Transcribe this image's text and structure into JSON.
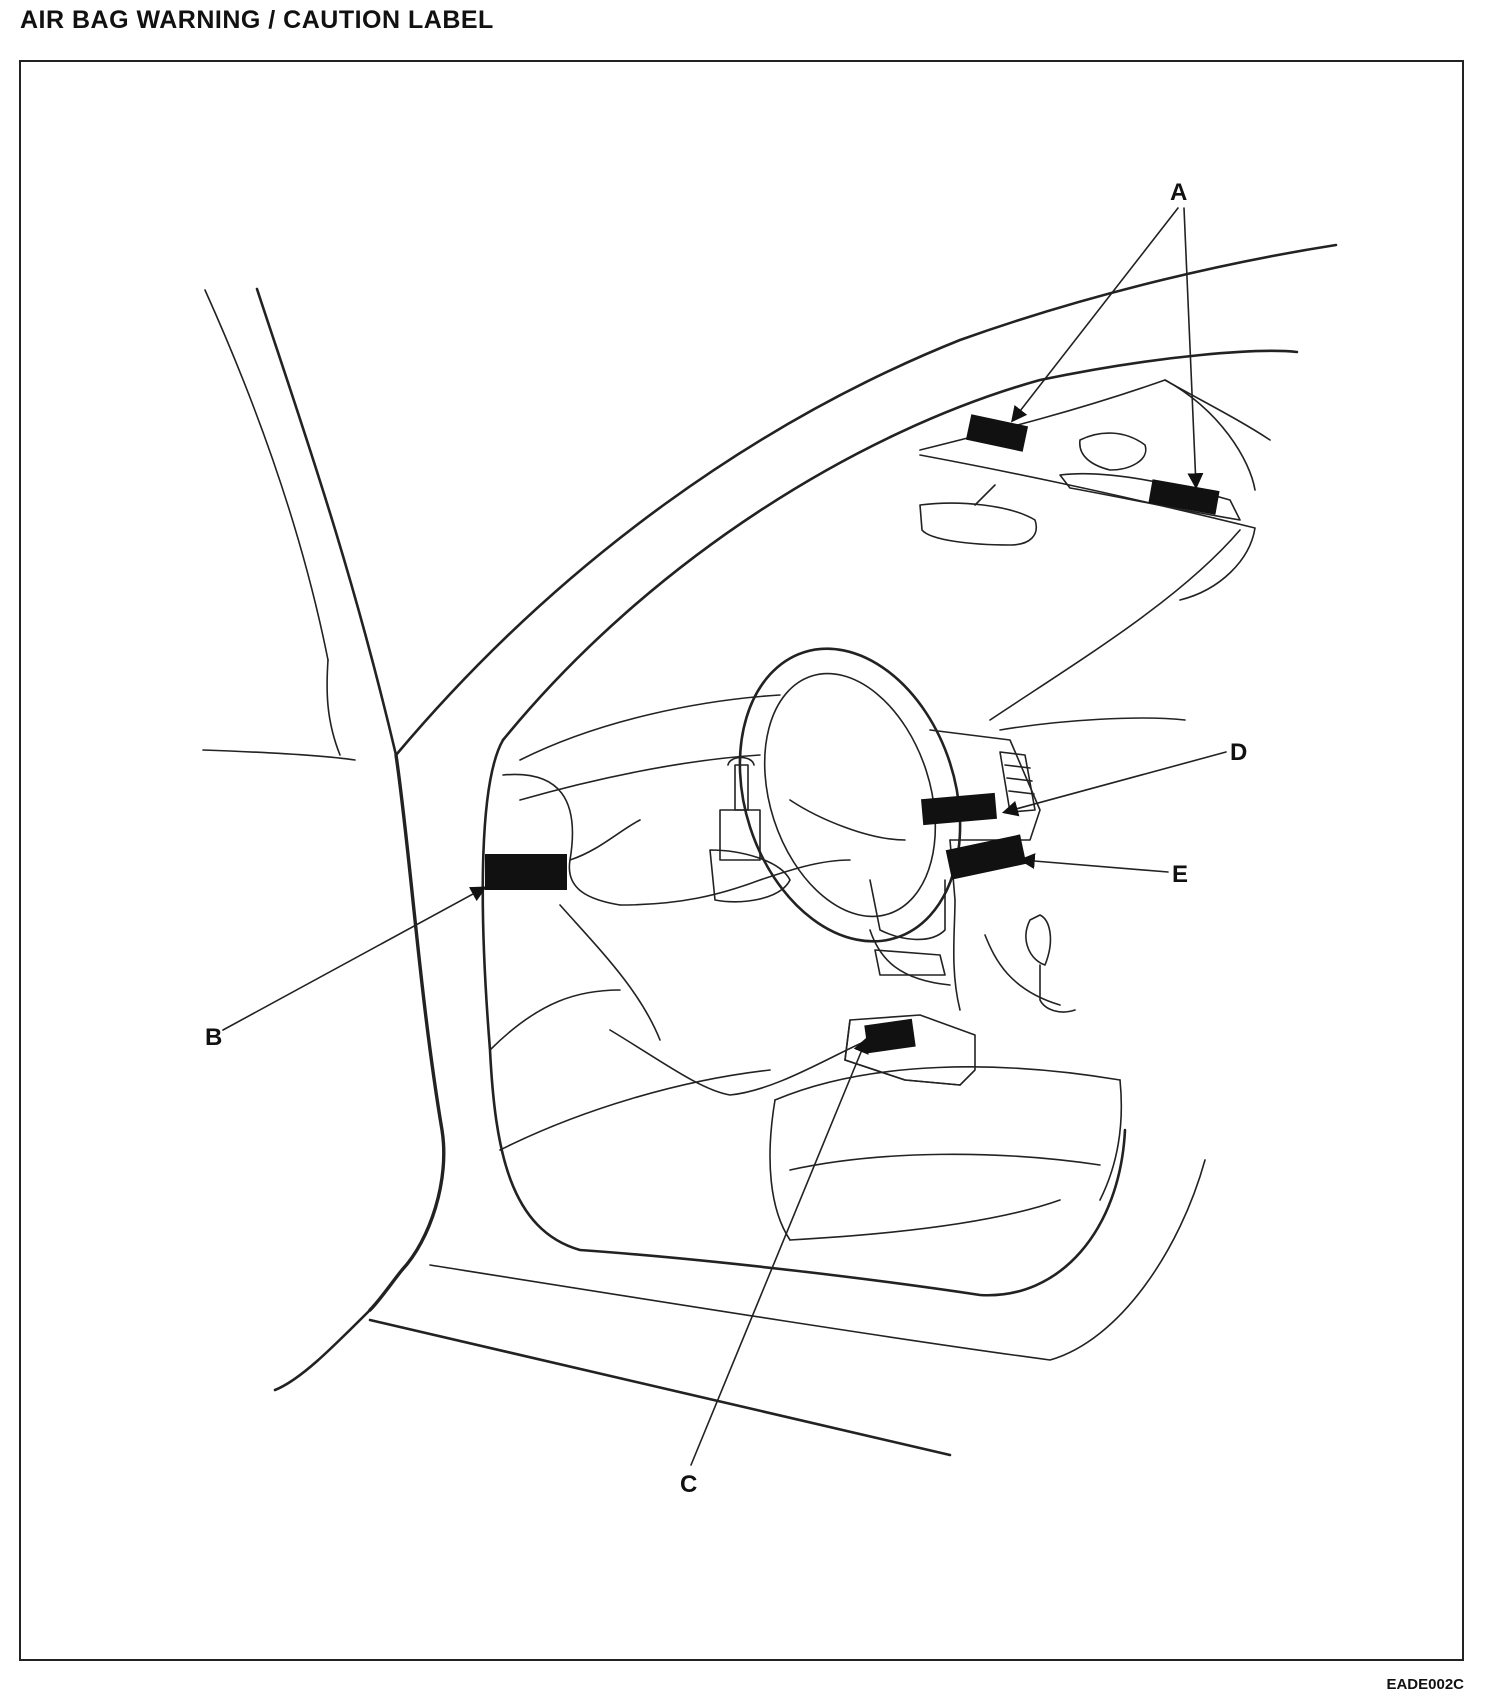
{
  "title": "AIR BAG WARNING / CAUTION LABEL",
  "figure_code": "EADE002C",
  "callouts": [
    {
      "id": "A",
      "text": "A"
    },
    {
      "id": "B",
      "text": "B"
    },
    {
      "id": "C",
      "text": "C"
    },
    {
      "id": "D",
      "text": "D"
    },
    {
      "id": "E",
      "text": "E"
    }
  ]
}
